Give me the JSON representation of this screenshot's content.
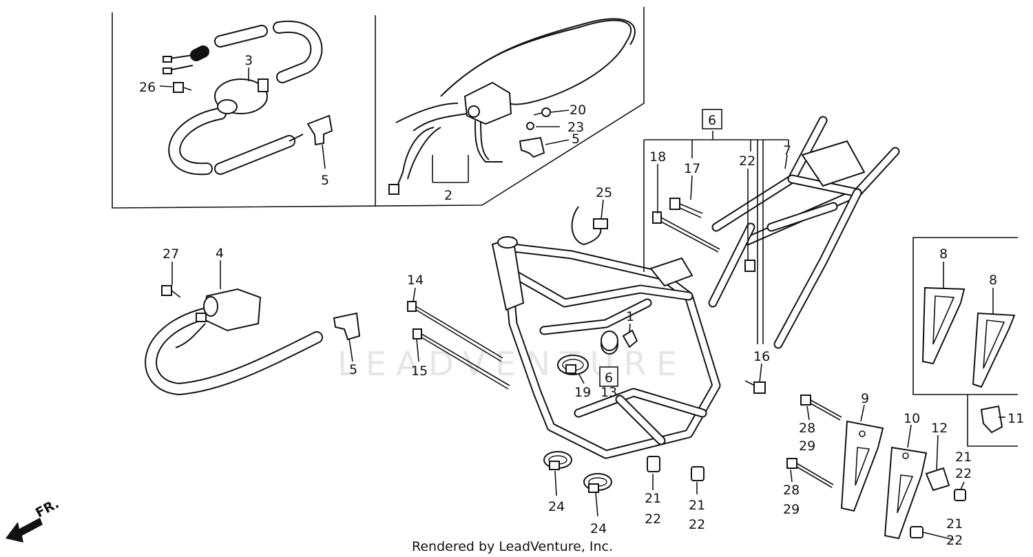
{
  "labels": {
    "l1": "1",
    "l2": "2",
    "l3": "3",
    "l4": "4",
    "l5a": "5",
    "l5b": "5",
    "l5c": "5",
    "l6top": "6",
    "l6mid": "6",
    "l7": "7",
    "l8a": "8",
    "l8b": "8",
    "l9": "9",
    "l10": "10",
    "l11": "11",
    "l12": "12",
    "l13": "13",
    "l14": "14",
    "l15": "15",
    "l16": "16",
    "l17": "17",
    "l18": "18",
    "l19": "19",
    "l20": "20",
    "l21a": "21",
    "l22a": "22",
    "l21b": "21",
    "l22b": "22",
    "l21c": "21",
    "l22c": "22",
    "l21d": "21",
    "l22d": "22",
    "l22top": "22",
    "l23": "23",
    "l24a": "24",
    "l24b": "24",
    "l25": "25",
    "l26": "26",
    "l27": "27",
    "l28a": "28",
    "l29a": "29",
    "l28b": "28",
    "l29b": "29"
  },
  "direction_marker": "FR.",
  "watermark": "LEADVENTURE",
  "footer": "Rendered by LeadVenture, Inc."
}
